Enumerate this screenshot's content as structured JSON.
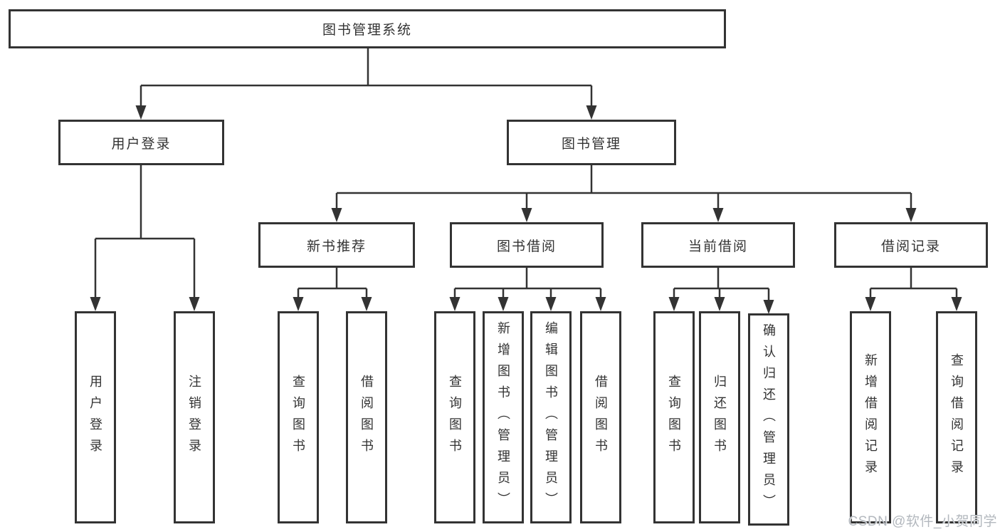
{
  "tree": {
    "label": "图书管理系统",
    "children": [
      {
        "label": "用户登录",
        "children": [
          {
            "label": "用户登录"
          },
          {
            "label": "注销登录"
          }
        ]
      },
      {
        "label": "图书管理",
        "children": [
          {
            "label": "新书推荐",
            "children": [
              {
                "label": "查询图书"
              },
              {
                "label": "借阅图书"
              }
            ]
          },
          {
            "label": "图书借阅",
            "children": [
              {
                "label": "查询图书"
              },
              {
                "label": "新增图书（管理员）"
              },
              {
                "label": "编辑图书（管理员）"
              },
              {
                "label": "借阅图书"
              }
            ]
          },
          {
            "label": "当前借阅",
            "children": [
              {
                "label": "查询图书"
              },
              {
                "label": "归还图书"
              },
              {
                "label": "确认归还（管理员）"
              }
            ]
          },
          {
            "label": "借阅记录",
            "children": [
              {
                "label": "新增借阅记录"
              },
              {
                "label": "查询借阅记录"
              }
            ]
          }
        ]
      }
    ]
  },
  "watermark": {
    "text": "CSDN @软件_小贺同学"
  },
  "colors": {
    "line": "#333333",
    "box_border": "#333333",
    "text": "#333333",
    "background": "#ffffff",
    "watermark": "#b3b8be"
  }
}
